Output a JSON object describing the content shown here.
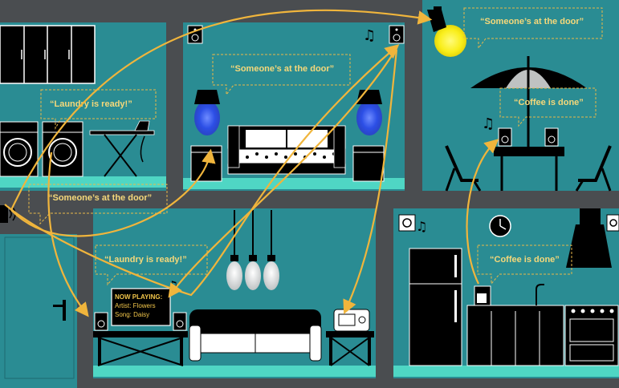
{
  "bubbles": {
    "front_door": "“Someone’s at the door”",
    "living_door": "“Someone’s at the door”",
    "porch_door": "“Someone’s at the door”",
    "laundry_1": "“Laundry is ready!”",
    "laundry_2": "“Laundry is ready!”",
    "coffee_patio": "“Coffee is done”",
    "coffee_kitchen": "“Coffee is done”"
  },
  "now_playing": {
    "heading": "NOW PLAYING:",
    "artist": "Artist: Flowers",
    "song": "Song: Daisy"
  },
  "colors": {
    "wall": "#4a4d50",
    "room": "#2a8c93",
    "floor": "#4fd6c4",
    "arrow": "#f0b53c",
    "bubble_border": "#e8b94a",
    "bulb_light": "#fff21a",
    "lamp_glow": "#2c4fe6"
  },
  "icons": [
    "doorbell-icon",
    "music-note-icon",
    "speaker-icon",
    "clock-icon",
    "radio-icon",
    "coffee-maker-icon",
    "stove-icon",
    "washer-icon",
    "dryer-icon"
  ]
}
